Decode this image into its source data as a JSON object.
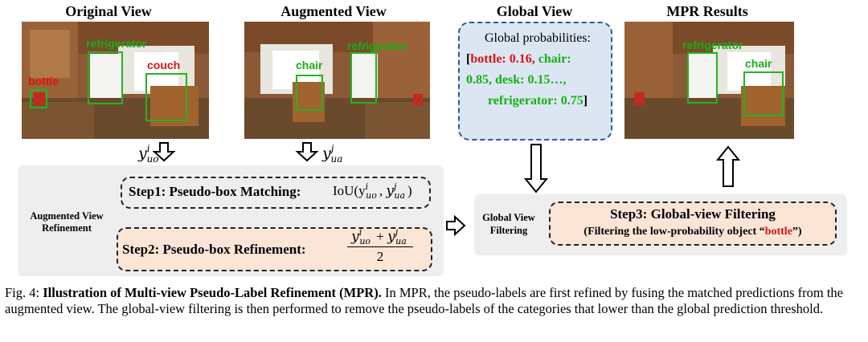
{
  "titles": {
    "original": "Original View",
    "augmented": "Augmented View",
    "global": "Global View",
    "mpr": "MPR Results"
  },
  "detections": {
    "original": {
      "refrigerator": "refrigerator",
      "couch": "couch",
      "bottle": "bottle"
    },
    "augmented": {
      "chair": "chair",
      "refrigerator": "refrigerator"
    },
    "mpr": {
      "refrigerator": "refrigerator",
      "chair": "chair"
    }
  },
  "global_view": {
    "heading": "Global probabilities:",
    "open_bracket": "[",
    "bottle": "bottle: 0.16,",
    "chair_a": "chair:",
    "chair_b": "0.85,",
    "desk": "desk: 0.15…,",
    "refrigerator": "refrigerator: 0.75",
    "close_bracket": "]"
  },
  "symbols": {
    "y_uo": "y",
    "y_uo_sup": "i",
    "y_uo_sub": "uo",
    "y_ua": "y",
    "y_ua_sup": "j",
    "y_ua_sub": "ua"
  },
  "augmented_refinement": {
    "label_line1": "Augmented View",
    "label_line2": "Refinement",
    "step1": "Step1: Pseudo-box Matching:",
    "step1_formula": "IoU(y",
    "step2": "Step2: Pseudo-box Refinement:",
    "step2_denominator": "2"
  },
  "global_filtering": {
    "label_line1": "Global View",
    "label_line2": "Filtering",
    "step3": "Step3: Global-view Filtering",
    "step3_detail_pre": "(Filtering the low-probability object “",
    "step3_detail_obj": "bottle",
    "step3_detail_post": "”)"
  },
  "caption": {
    "fig": "Fig. 4: ",
    "bold": "Illustration of Multi-view Pseudo-Label Refinement (MPR).",
    "text": " In MPR, the pseudo-labels are first refined by fusing the matched predictions from the augmented view. The global-view filtering is then performed to remove the pseudo-labels of the categories that lower than the global prediction threshold."
  },
  "colors": {
    "detection_box": "#21b521",
    "detection_label": "#16b016",
    "highlight_red": "#e01010",
    "global_box_fill": "#dce6f2",
    "step_box_fill": "#fbe5d6",
    "panel_gray": "#eeeeee"
  }
}
